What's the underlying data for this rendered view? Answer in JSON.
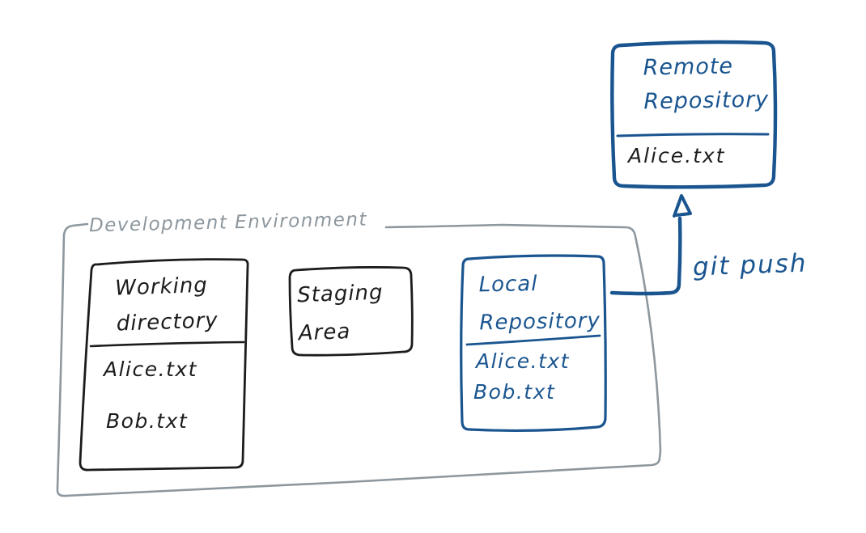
{
  "diagram": {
    "remote_repository": {
      "title": "Remote Repository",
      "files": [
        "Alice.txt"
      ]
    },
    "development_environment": {
      "label": "Development Environment",
      "working_directory": {
        "title": "Working directory",
        "files": [
          "Alice.txt",
          "Bob.txt"
        ]
      },
      "staging_area": {
        "title": "Staging Area",
        "files": []
      },
      "local_repository": {
        "title": "Local Repository",
        "files": [
          "Alice.txt",
          "Bob.txt"
        ]
      }
    },
    "push_arrow": {
      "label": "git push"
    },
    "colors": {
      "ink_blue": "#1a5590",
      "ink_black": "#1c1c1c",
      "ink_gray": "#8d979e"
    }
  }
}
